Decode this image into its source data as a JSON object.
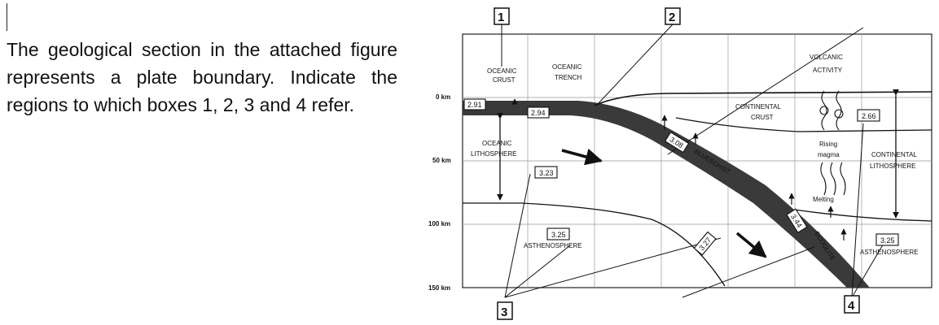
{
  "question": {
    "text": "The geological section in the attached figure represents a plate boundary. Indicate the regions to which boxes 1, 2, 3 and 4 refer."
  },
  "diagram": {
    "depth_labels": [
      "0 km",
      "50 km",
      "100 km",
      "150 km"
    ],
    "boxes": [
      "1",
      "2",
      "3",
      "4"
    ],
    "labels": {
      "oceanic_crust_1": "OCEANIC",
      "oceanic_crust_2": "CRUST",
      "oceanic_trench_1": "OCEANIC",
      "oceanic_trench_2": "TRENCH",
      "volcanic_1": "VOLCANIC",
      "volcanic_2": "ACTIVITY",
      "continental_crust_1": "CONTINENTAL",
      "continental_crust_2": "CRUST",
      "oceanic_litho_1": "OCEANIC",
      "oceanic_litho_2": "LITHOSPHERE",
      "rising_1": "Rising",
      "rising_2": "magma",
      "continental_litho_1": "CONTINENTAL",
      "continental_litho_2": "LITHOSPHERE",
      "melting": "Melting",
      "asthenosphere_left": "ASTHENOSPHERE",
      "asthenosphere_right": "ASTHENOSPHERE",
      "blueschist": "BLUESCHIST",
      "ecoglite": "ECOGLITE"
    },
    "densities": {
      "d291": "2.91",
      "d294": "2.94",
      "d308": "3.08",
      "d323": "3.23",
      "d325a": "3.25",
      "d327": "3.27",
      "d344": "3.44",
      "d266": "2.66",
      "d325b": "3.25"
    }
  }
}
